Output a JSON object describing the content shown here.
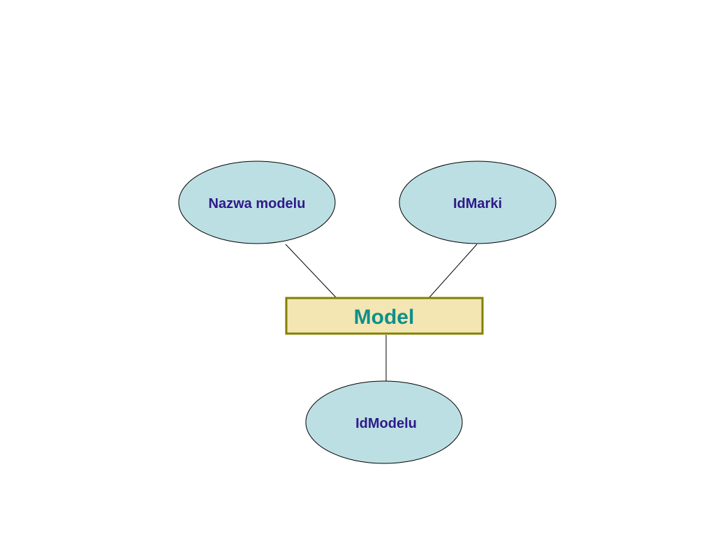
{
  "diagram": {
    "entity": {
      "label": "Model"
    },
    "attributes": [
      {
        "label": "Nazwa modelu"
      },
      {
        "label": "IdMarki"
      },
      {
        "label": "IdModelu"
      }
    ]
  },
  "colors": {
    "ellipse_fill": "#bcdfe3",
    "ellipse_stroke": "#000000",
    "entity_fill": "#f3e6b3",
    "entity_stroke": "#808000",
    "entity_text": "#0e8f8a",
    "attribute_text": "#2e1a8a",
    "connector": "#000000"
  }
}
